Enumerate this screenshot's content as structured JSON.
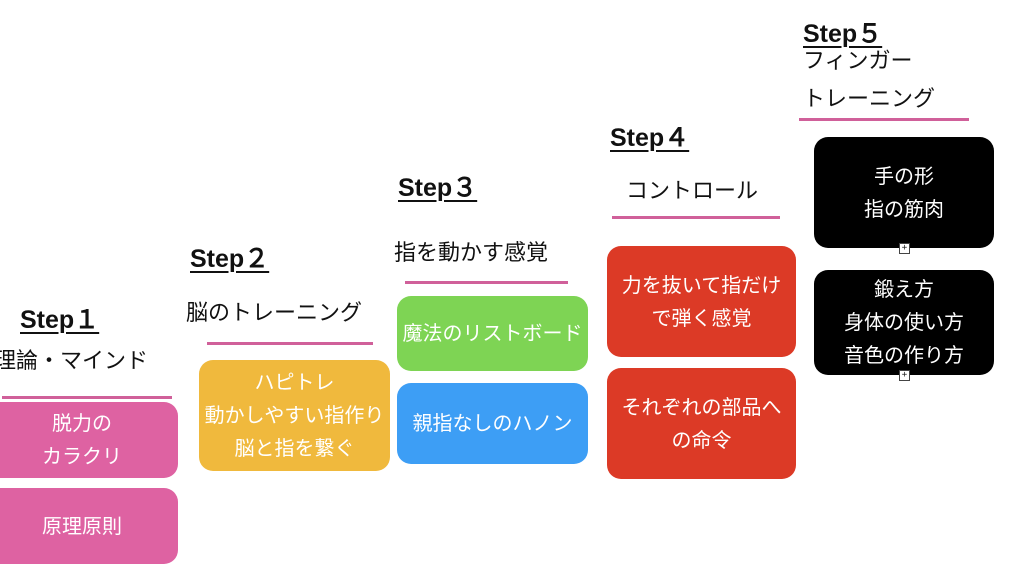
{
  "colors": {
    "pink": "#de62a2",
    "orange": "#f0b93d",
    "green": "#7ed454",
    "blue": "#3d9ef5",
    "red": "#dc3a26",
    "black": "#000000",
    "underline": "#d0609a"
  },
  "step1": {
    "title": "Step１",
    "sub": "理論・マインド",
    "boxes": [
      {
        "lines": [
          "脱力の",
          "カラクリ"
        ]
      },
      {
        "lines": [
          "原理原則"
        ]
      }
    ]
  },
  "step2": {
    "title": "Step２",
    "sub": "脳のトレーニング",
    "boxes": [
      {
        "lines": [
          "ハピトレ",
          "動かしやすい指作り",
          "脳と指を繋ぐ"
        ]
      }
    ]
  },
  "step3": {
    "title": "Step３",
    "sub": "指を動かす感覚",
    "boxes": [
      {
        "lines": [
          "魔法のリストボード"
        ]
      },
      {
        "lines": [
          "親指なしのハノン"
        ]
      }
    ]
  },
  "step4": {
    "title": "Step４",
    "sub": "コントロール",
    "boxes": [
      {
        "lines": [
          "力を抜いて指だけ",
          "で弾く感覚"
        ]
      },
      {
        "lines": [
          "それぞれの部品へ",
          "の命令"
        ]
      }
    ]
  },
  "step5": {
    "title": "Step５",
    "sub_lines": [
      "フィンガー",
      "トレーニング"
    ],
    "boxes": [
      {
        "lines": [
          "手の形",
          "指の筋肉"
        ]
      },
      {
        "lines": [
          "鍛え方",
          "身体の使い方",
          "音色の作り方"
        ]
      }
    ]
  },
  "expand_marker": "+"
}
